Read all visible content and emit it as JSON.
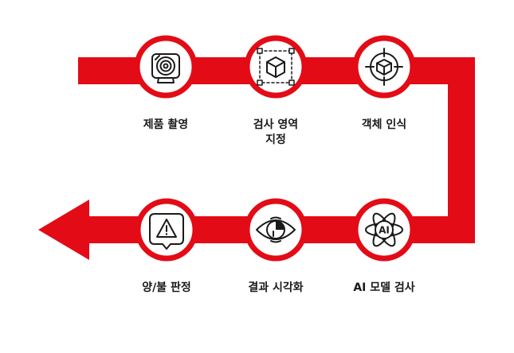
{
  "colors": {
    "accent": "#e30b16",
    "icon_stroke": "#1a1a1a",
    "node_fill": "#ffffff",
    "background": "#ffffff"
  },
  "steps": [
    {
      "label": "제품 촬영",
      "icon": "camera-icon"
    },
    {
      "label": "검사 영역\n지정",
      "icon": "region-select-icon"
    },
    {
      "label": "객체 인식",
      "icon": "object-target-icon"
    },
    {
      "label": "AI 모델 검사",
      "icon": "ai-atom-icon"
    },
    {
      "label": "결과 시각화",
      "icon": "eye-chart-icon"
    },
    {
      "label": "양/불 판정",
      "icon": "warning-icon"
    }
  ]
}
